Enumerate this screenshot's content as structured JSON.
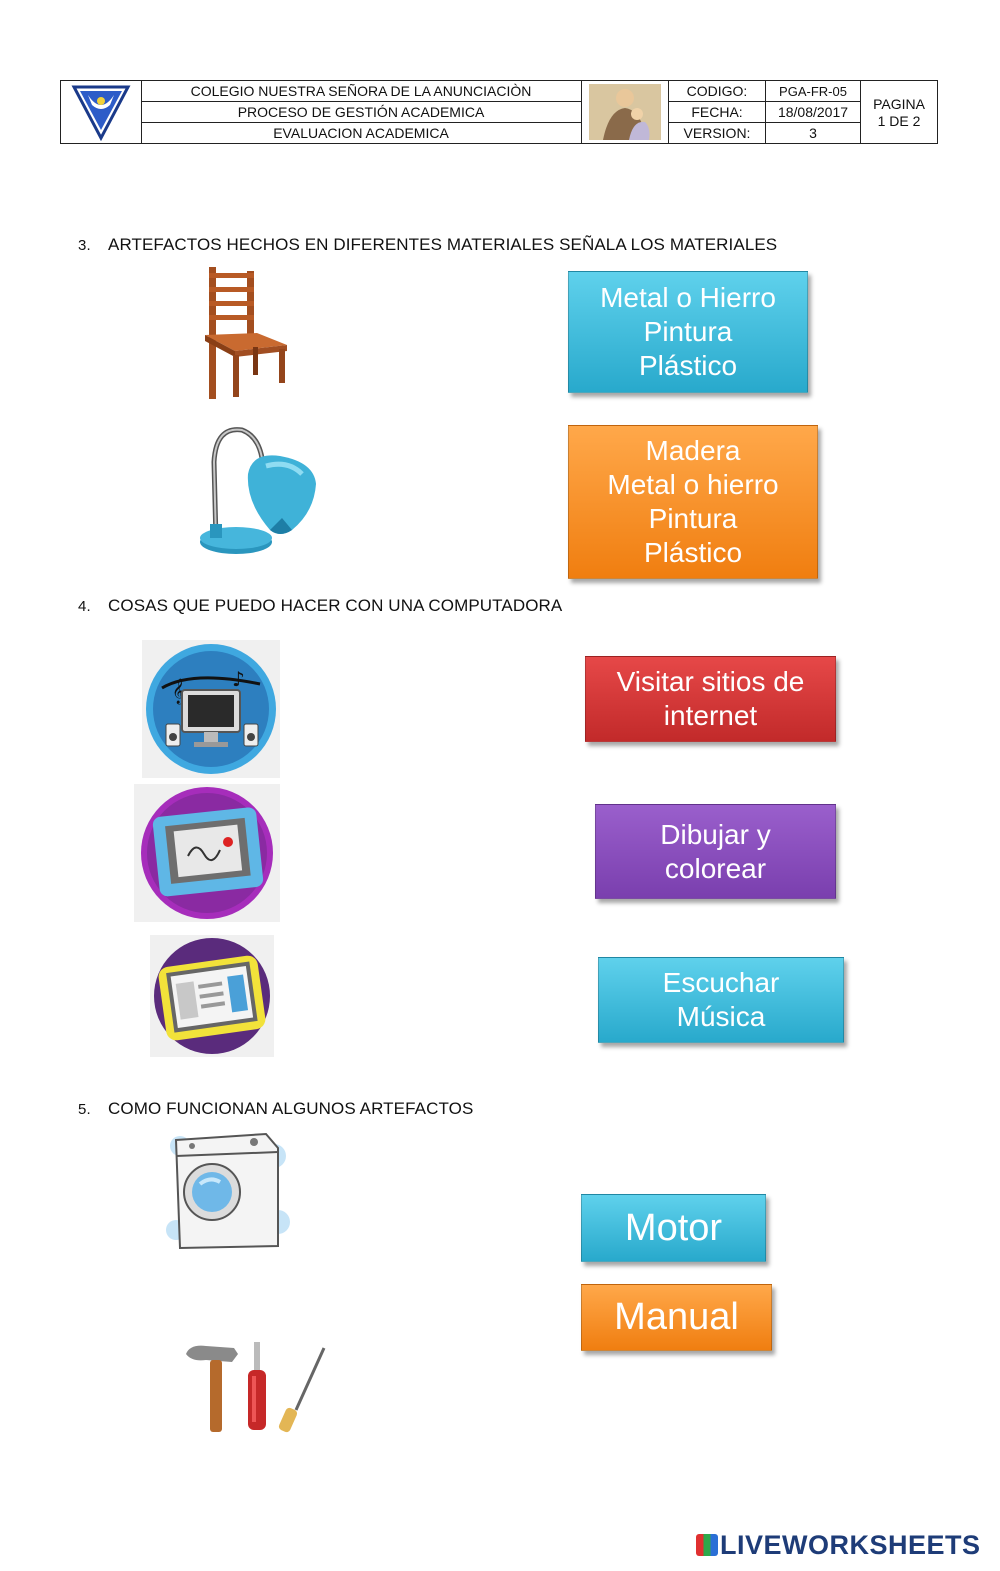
{
  "header": {
    "school": "COLEGIO NUESTRA SEÑORA DE LA ANUNCIACIÒN",
    "process": "PROCESO DE GESTIÓN ACADEMICA",
    "evaluation": "EVALUACION ACADEMICA",
    "code_label": "CODIGO:",
    "code_value": "PGA-FR-05",
    "date_label": "FECHA:",
    "date_value": "18/08/2017",
    "version_label": "VERSION:",
    "version_value": "3",
    "page_label": "PAGINA",
    "page_value": "1 DE 2"
  },
  "q3": {
    "number": "3.",
    "title": "ARTEFACTOS HECHOS EN DIFERENTES MATERIALES SEÑALA LOS MATERIALES",
    "box1": [
      "Metal o Hierro",
      "Pintura",
      "Plástico"
    ],
    "box2": [
      "Madera",
      "Metal o hierro",
      "Pintura",
      "Plástico"
    ]
  },
  "q4": {
    "number": "4.",
    "title": "COSAS QUE PUEDO HACER CON UNA COMPUTADORA",
    "box1": [
      "Visitar sitios de",
      "internet"
    ],
    "box2": [
      "Dibujar y",
      "colorear"
    ],
    "box3": [
      "Escuchar",
      "Música"
    ]
  },
  "q5": {
    "number": "5.",
    "title": "COMO FUNCIONAN ALGUNOS ARTEFACTOS",
    "box1": "Motor",
    "box2": "Manual"
  },
  "footer": {
    "brand": "LIVEWORKSHEETS"
  },
  "colors": {
    "teal": "#38b8d8",
    "orange": "#f58f22",
    "red": "#d43838",
    "purple": "#8b50bd"
  }
}
